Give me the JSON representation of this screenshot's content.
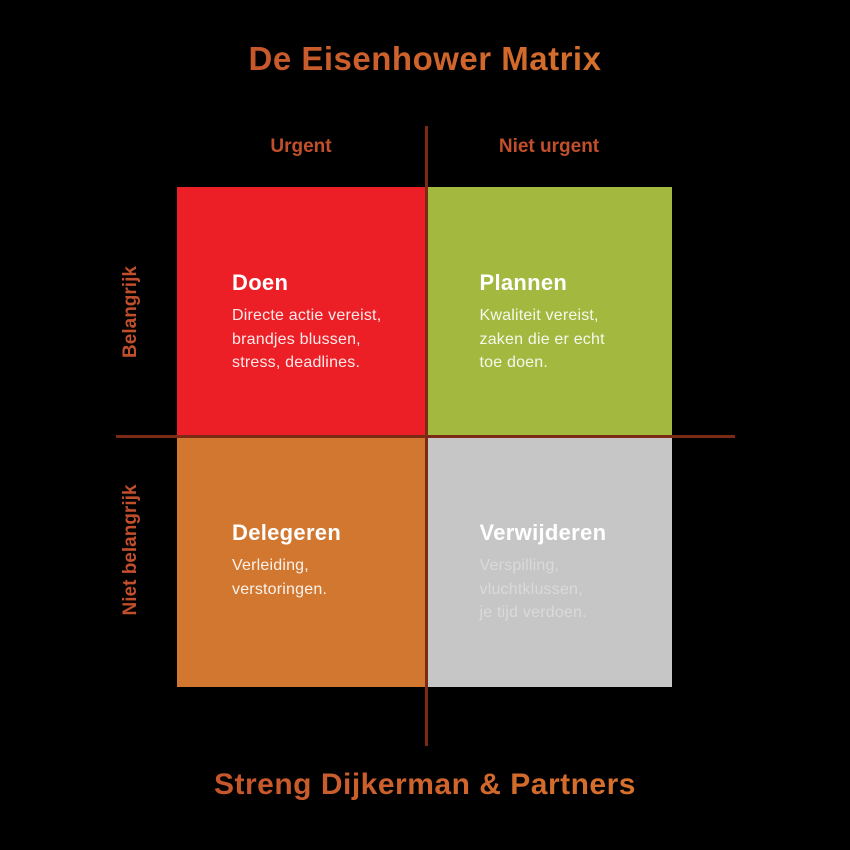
{
  "title": "De Eisenhower Matrix",
  "footer": "Streng Dijkerman & Partners",
  "axes": {
    "columns": {
      "left": "Urgent",
      "right": "Niet urgent"
    },
    "rows": {
      "top": "Belangrijk",
      "bottom": "Niet belangrijk"
    }
  },
  "quadrants": [
    {
      "key": "doen",
      "position": "top-left",
      "title": "Doen",
      "lines": [
        "Directe actie vereist,",
        "brandjes blussen,",
        "stress, deadlines."
      ],
      "color": "#EC1F27"
    },
    {
      "key": "plannen",
      "position": "top-right",
      "title": "Plannen",
      "lines": [
        "Kwaliteit vereist,",
        "zaken die er echt",
        "toe doen."
      ],
      "color": "#A3B83F"
    },
    {
      "key": "delegeren",
      "position": "bottom-left",
      "title": "Delegeren",
      "lines": [
        "Verleiding,",
        "verstoringen."
      ],
      "color": "#D1772F"
    },
    {
      "key": "verwijderen",
      "position": "bottom-right",
      "title": "Verwijderen",
      "lines": [
        "Verspilling,",
        "vluchtklussen,",
        "je tijd verdoen."
      ],
      "color": "#C6C6C6"
    }
  ],
  "colors": {
    "background": "#000000",
    "heading_gradient_start": "#BC472B",
    "heading_gradient_end": "#E0802D",
    "axis_label": "#C24F2B",
    "divider_line": "#7B2B15",
    "quadrant_title_text": "#FFFFFF"
  }
}
